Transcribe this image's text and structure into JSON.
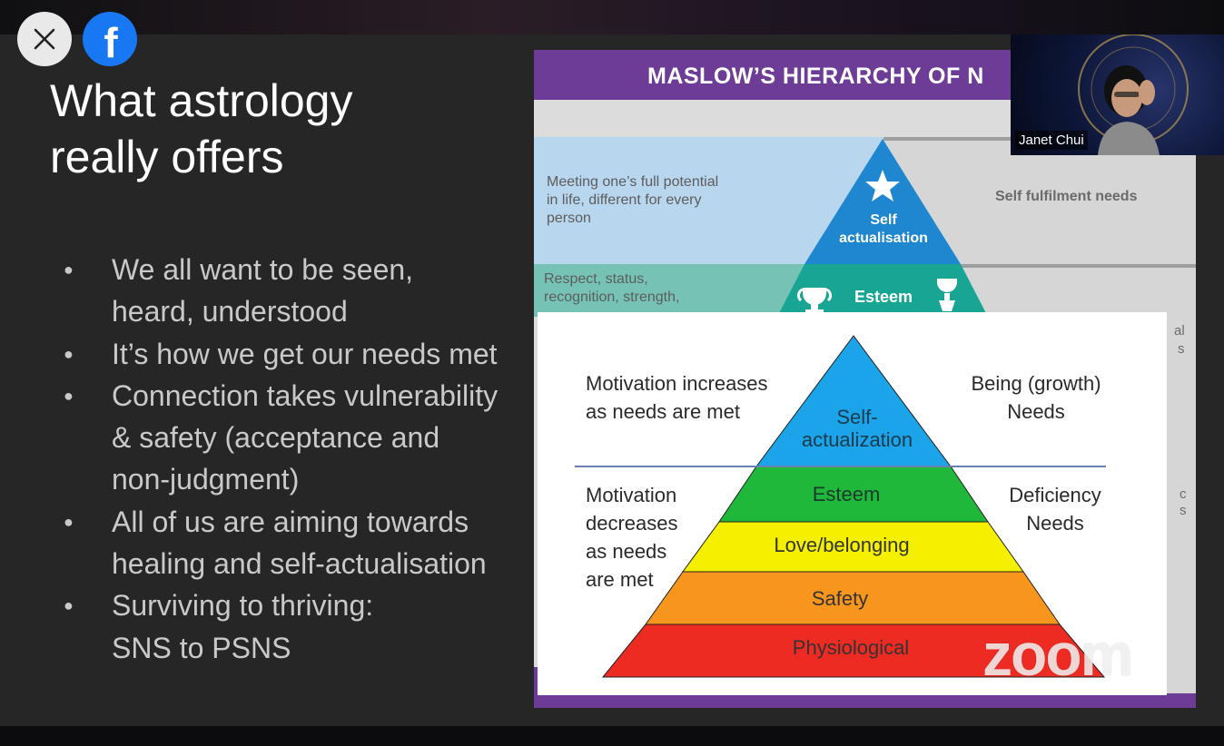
{
  "window": {
    "close_icon": "close-icon",
    "facebook_icon": "facebook-icon",
    "facebook_glyph": "f"
  },
  "slide": {
    "title_line1": "What astrology",
    "title_line2": "really offers",
    "bullets": [
      [
        "We all want to be seen,",
        "heard, understood"
      ],
      [
        "It’s how we get our needs met"
      ],
      [
        "Connection takes vulnerability",
        "& safety (acceptance and",
        "non-judgment)"
      ],
      [
        "All of us are aiming towards",
        "healing and self-actualisation"
      ],
      [
        "Surviving to thriving:",
        "SNS to PSNS"
      ]
    ]
  },
  "background_chart": {
    "header": "MASLOW’S HIERARCHY OF N",
    "tier1_description": [
      "Meeting one’s full potential",
      "in life, different for every",
      "person"
    ],
    "tier1_label": [
      "Self",
      "actualisation"
    ],
    "tier1_right": "Self fulfilment needs",
    "tier2_description": [
      "Respect, status,",
      "recognition, strength,"
    ],
    "tier2_label": "Esteem",
    "clipped_right": [
      "al",
      "s",
      "c",
      "s"
    ],
    "colors": {
      "purple": "#6d3c97",
      "blue_tier": "#1e87cf",
      "teal_tier": "#18a594"
    }
  },
  "overlay_pyramid": {
    "levels": [
      {
        "label": "Self-actualization",
        "line1": "Self-",
        "line2": "actualization",
        "color": "#1ba4ea"
      },
      {
        "label": "Esteem",
        "color": "#1fb83a"
      },
      {
        "label": "Love/belonging",
        "color": "#f4f000"
      },
      {
        "label": "Safety",
        "color": "#f8951d"
      },
      {
        "label": "Physiological",
        "color": "#ed2b22"
      }
    ],
    "left_top": [
      "Motivation increases",
      "as needs are met"
    ],
    "right_top": [
      "Being (growth)",
      "Needs"
    ],
    "left_bottom": [
      "Motivation",
      "decreases",
      "as needs",
      "are met"
    ],
    "right_bottom": [
      "Deficiency",
      "Needs"
    ]
  },
  "video": {
    "speaker_name": "Janet Chui",
    "watermark": "zoom"
  }
}
